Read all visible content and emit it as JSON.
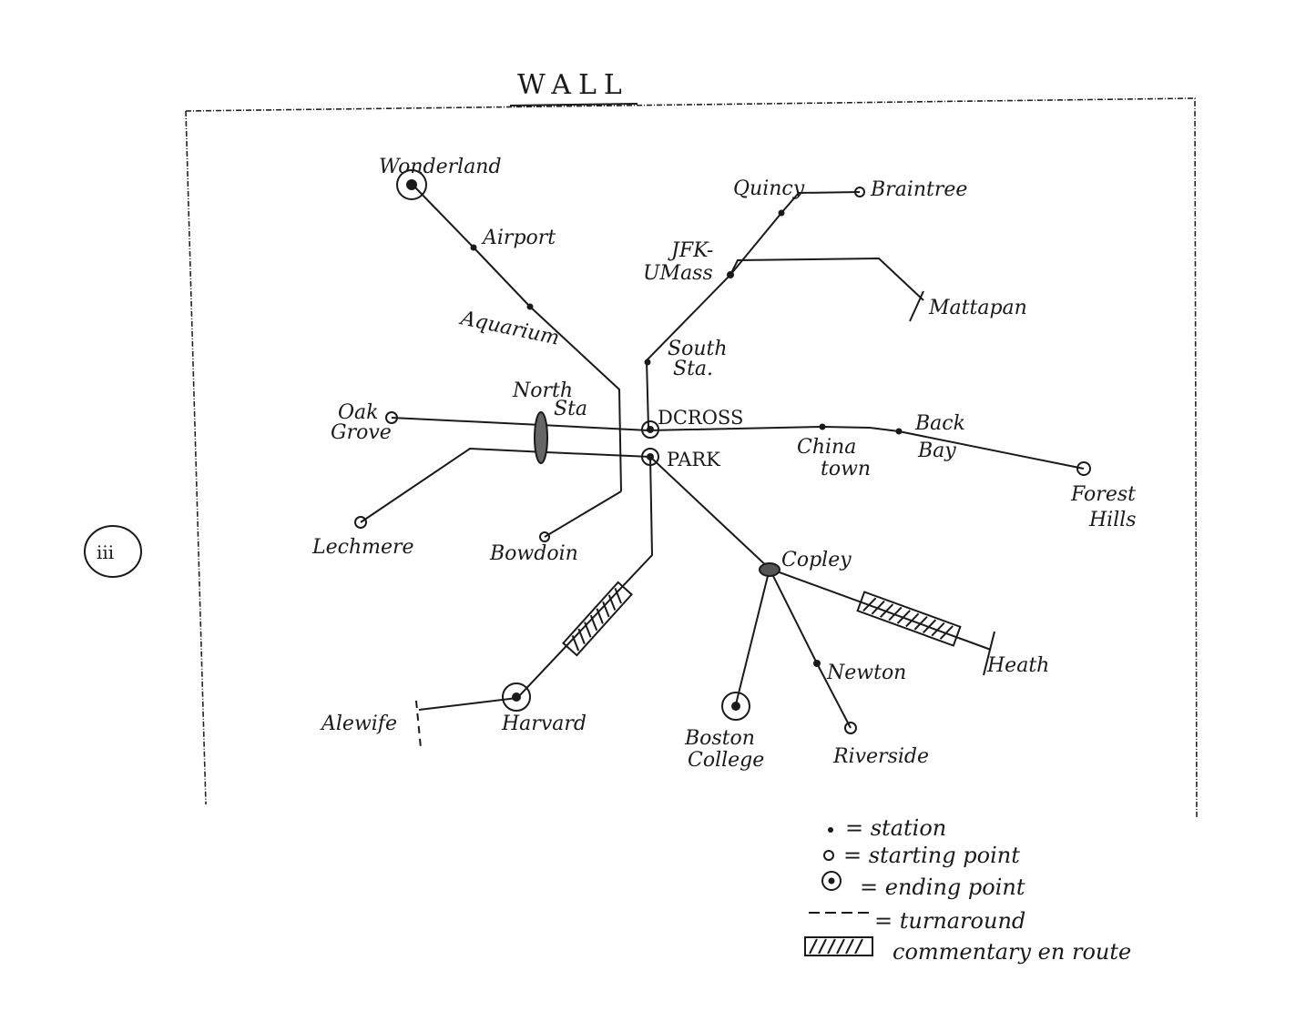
{
  "header": {
    "title": "WALL"
  },
  "page_marker": "iii",
  "stations": {
    "wonderland": "Wonderland",
    "airport": "Airport",
    "aquarium": "Aquarium",
    "quincy": "Quincy",
    "braintree": "Braintree",
    "jfk_umass_1": "JFK-",
    "jfk_umass_2": "UMass",
    "mattapan": "Mattapan",
    "south_sta_1": "South",
    "south_sta_2": "Sta.",
    "north_sta_1": "North",
    "north_sta_2": "Sta",
    "oak_grove_1": "Oak",
    "oak_grove_2": "Grove",
    "dcross": "DCROSS",
    "park": "PARK",
    "chinatown_1": "China",
    "chinatown_2": "town",
    "back_bay_1": "Back",
    "back_bay_2": "Bay",
    "forest_hills_1": "Forest",
    "forest_hills_2": "Hills",
    "lechmere": "Lechmere",
    "bowdoin": "Bowdoin",
    "copley": "Copley",
    "heath": "Heath",
    "newton": "Newton",
    "boston_college_1": "Boston",
    "boston_college_2": "College",
    "riverside": "Riverside",
    "alewife": "Alewife",
    "harvard": "Harvard"
  },
  "legend": {
    "station": "= station",
    "starting_point": "= starting point",
    "ending_point": "= ending point",
    "turnaround": "= turnaround",
    "commentary": "commentary en route"
  }
}
